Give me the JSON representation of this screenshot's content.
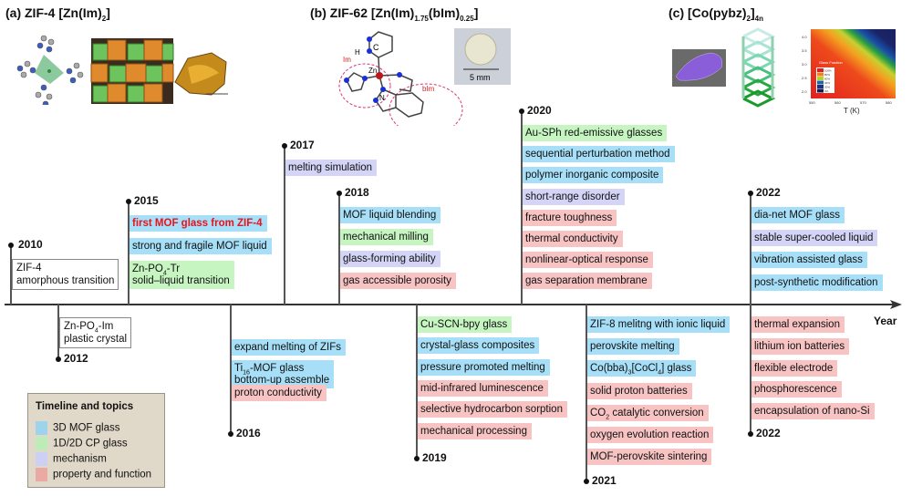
{
  "panels": {
    "a": {
      "parts": [
        {
          "t": "(a) ZIF-4 [Zn(Im)"
        },
        {
          "t": "2",
          "sub": true
        },
        {
          "t": "]"
        }
      ]
    },
    "b": {
      "parts": [
        {
          "t": "(b) ZIF-62 [Zn(Im)"
        },
        {
          "t": "1.75",
          "sub": true
        },
        {
          "t": "(bIm)"
        },
        {
          "t": "0.25",
          "sub": true
        },
        {
          "t": "]"
        }
      ]
    },
    "c": {
      "parts": [
        {
          "t": "(c) [Co(pybz)"
        },
        {
          "t": "2",
          "sub": true
        },
        {
          "t": "]"
        },
        {
          "t": "4n",
          "sub": true
        }
      ]
    }
  },
  "image_labels": {
    "molecule_c": "C",
    "molecule_h": "H",
    "molecule_zn": "Zn",
    "molecule_n": "N",
    "molecule_im": "Im",
    "molecule_bim": "bIm",
    "scale": "5 mm",
    "heatmap_legend_title": "Glass Fraction",
    "heatmap_legend": [
      "100%",
      "80%",
      "60%",
      "40%",
      "20%",
      "0%"
    ],
    "heatmap_yticks": [
      "4.0",
      "3.5",
      "3.0",
      "2.5",
      "2.0"
    ],
    "heatmap_xticks": [
      "550",
      "560",
      "570",
      "580"
    ],
    "heatmap_xlabel": "T (K)"
  },
  "axis_label": "Year",
  "colors": {
    "3d": "#a6dff7",
    "cp": "#c6f5c2",
    "mech": "#d4d4f7",
    "prop": "#f7c3c3",
    "highlight_text": "#e8141c"
  },
  "legend": {
    "title": "Timeline and topics",
    "items": [
      {
        "label": "3D MOF glass",
        "color": "#9dd4ec"
      },
      {
        "label": "1D/2D CP glass",
        "color": "#bdecb8"
      },
      {
        "label": "mechanism",
        "color": "#cdd0f5"
      },
      {
        "label": "property and function",
        "color": "#eaa9a2"
      }
    ]
  },
  "events": [
    {
      "year": "2010",
      "note": [
        [
          {
            "t": "ZIF-4"
          }
        ],
        [
          {
            "t": "amorphous transition"
          }
        ]
      ],
      "items": []
    },
    {
      "year": "2012",
      "note": [
        [
          {
            "t": "Zn-PO"
          },
          {
            "t": "4",
            "sub": true
          },
          {
            "t": "-Im"
          }
        ],
        [
          {
            "t": "plastic crystal"
          }
        ]
      ],
      "items": []
    },
    {
      "year": "2015",
      "items": [
        {
          "cat": "3d",
          "highlight": true,
          "lines": [
            [
              {
                "t": "first MOF glass from ZIF-4"
              }
            ]
          ]
        },
        {
          "cat": "3d",
          "lines": [
            [
              {
                "t": "strong and fragile MOF liquid"
              }
            ]
          ]
        },
        {
          "cat": "cp",
          "lines": [
            [
              {
                "t": "Zn-PO"
              },
              {
                "t": "4",
                "sub": true
              },
              {
                "t": "-Tr"
              }
            ],
            [
              {
                "t": "solid–liquid transition"
              }
            ]
          ]
        }
      ]
    },
    {
      "year": "2016",
      "items": [
        {
          "cat": "3d",
          "lines": [
            [
              {
                "t": "expand melting of ZIFs"
              }
            ]
          ]
        },
        {
          "cat": "3d",
          "lines": [
            [
              {
                "t": "Ti"
              },
              {
                "t": "16",
                "sub": true
              },
              {
                "t": "-MOF glass"
              }
            ],
            [
              {
                "t": "bottom-up assemble"
              }
            ]
          ]
        },
        {
          "cat": "prop",
          "lines": [
            [
              {
                "t": "proton conductivity"
              }
            ]
          ]
        }
      ]
    },
    {
      "year": "2017",
      "items": [
        {
          "cat": "mech",
          "lines": [
            [
              {
                "t": "melting simulation"
              }
            ]
          ]
        }
      ]
    },
    {
      "year": "2018",
      "items": [
        {
          "cat": "3d",
          "lines": [
            [
              {
                "t": "MOF liquid blending"
              }
            ]
          ]
        },
        {
          "cat": "cp",
          "lines": [
            [
              {
                "t": "mechanical milling"
              }
            ]
          ]
        },
        {
          "cat": "mech",
          "lines": [
            [
              {
                "t": "glass-forming ability"
              }
            ]
          ]
        },
        {
          "cat": "prop",
          "lines": [
            [
              {
                "t": "gas accessible porosity"
              }
            ]
          ]
        }
      ]
    },
    {
      "year": "2019",
      "items": [
        {
          "cat": "cp",
          "lines": [
            [
              {
                "t": "Cu-SCN-bpy glass"
              }
            ]
          ]
        },
        {
          "cat": "3d",
          "lines": [
            [
              {
                "t": "crystal-glass composites"
              }
            ]
          ]
        },
        {
          "cat": "3d",
          "lines": [
            [
              {
                "t": "pressure promoted melting"
              }
            ]
          ]
        },
        {
          "cat": "prop",
          "lines": [
            [
              {
                "t": "mid-infrared luminescence"
              }
            ]
          ]
        },
        {
          "cat": "prop",
          "lines": [
            [
              {
                "t": "selective hydrocarbon sorption"
              }
            ]
          ]
        },
        {
          "cat": "prop",
          "lines": [
            [
              {
                "t": "mechanical processing"
              }
            ]
          ]
        }
      ]
    },
    {
      "year": "2020",
      "items": [
        {
          "cat": "cp",
          "lines": [
            [
              {
                "t": "Au-SPh red-emissive glasses"
              }
            ]
          ]
        },
        {
          "cat": "3d",
          "lines": [
            [
              {
                "t": "sequential perturbation method"
              }
            ]
          ]
        },
        {
          "cat": "3d",
          "lines": [
            [
              {
                "t": "polymer inorganic composite"
              }
            ]
          ]
        },
        {
          "cat": "mech",
          "lines": [
            [
              {
                "t": "short-range disorder"
              }
            ]
          ]
        },
        {
          "cat": "prop",
          "lines": [
            [
              {
                "t": "fracture toughness"
              }
            ]
          ]
        },
        {
          "cat": "prop",
          "lines": [
            [
              {
                "t": "thermal conductivity"
              }
            ]
          ]
        },
        {
          "cat": "prop",
          "lines": [
            [
              {
                "t": "nonlinear-optical response"
              }
            ]
          ]
        },
        {
          "cat": "prop",
          "lines": [
            [
              {
                "t": "gas separation membrane"
              }
            ]
          ]
        }
      ]
    },
    {
      "year": "2021",
      "items": [
        {
          "cat": "3d",
          "lines": [
            [
              {
                "t": "ZIF-8 melitng with ionic liquid"
              }
            ]
          ]
        },
        {
          "cat": "3d",
          "lines": [
            [
              {
                "t": "perovskite melting"
              }
            ]
          ]
        },
        {
          "cat": "3d",
          "lines": [
            [
              {
                "t": "Co(bba)"
              },
              {
                "t": "3",
                "sub": true
              },
              {
                "t": "[CoCl"
              },
              {
                "t": "4",
                "sub": true
              },
              {
                "t": "] glass"
              }
            ]
          ]
        },
        {
          "cat": "prop",
          "lines": [
            [
              {
                "t": "solid proton batteries"
              }
            ]
          ]
        },
        {
          "cat": "prop",
          "lines": [
            [
              {
                "t": "CO"
              },
              {
                "t": "2",
                "sub": true
              },
              {
                "t": " catalytic conversion"
              }
            ]
          ]
        },
        {
          "cat": "prop",
          "lines": [
            [
              {
                "t": "oxygen evolution reaction"
              }
            ]
          ]
        },
        {
          "cat": "prop",
          "lines": [
            [
              {
                "t": "MOF-perovskite sintering"
              }
            ]
          ]
        }
      ]
    },
    {
      "year": "2022",
      "items": [
        {
          "cat": "3d",
          "lines": [
            [
              {
                "t": "dia-net MOF glass"
              }
            ]
          ]
        },
        {
          "cat": "mech",
          "lines": [
            [
              {
                "t": "stable super-cooled liquid"
              }
            ]
          ]
        },
        {
          "cat": "3d",
          "lines": [
            [
              {
                "t": "vibration assisted glass"
              }
            ]
          ]
        },
        {
          "cat": "3d",
          "lines": [
            [
              {
                "t": "post-synthetic modification"
              }
            ]
          ]
        }
      ]
    },
    {
      "year": "2022",
      "items": [
        {
          "cat": "prop",
          "lines": [
            [
              {
                "t": "thermal expansion"
              }
            ]
          ]
        },
        {
          "cat": "prop",
          "lines": [
            [
              {
                "t": "lithium ion batteries"
              }
            ]
          ]
        },
        {
          "cat": "prop",
          "lines": [
            [
              {
                "t": "flexible electrode"
              }
            ]
          ]
        },
        {
          "cat": "prop",
          "lines": [
            [
              {
                "t": "phosphorescence"
              }
            ]
          ]
        },
        {
          "cat": "prop",
          "lines": [
            [
              {
                "t": "encapsulation of nano-Si"
              }
            ]
          ]
        }
      ]
    }
  ]
}
